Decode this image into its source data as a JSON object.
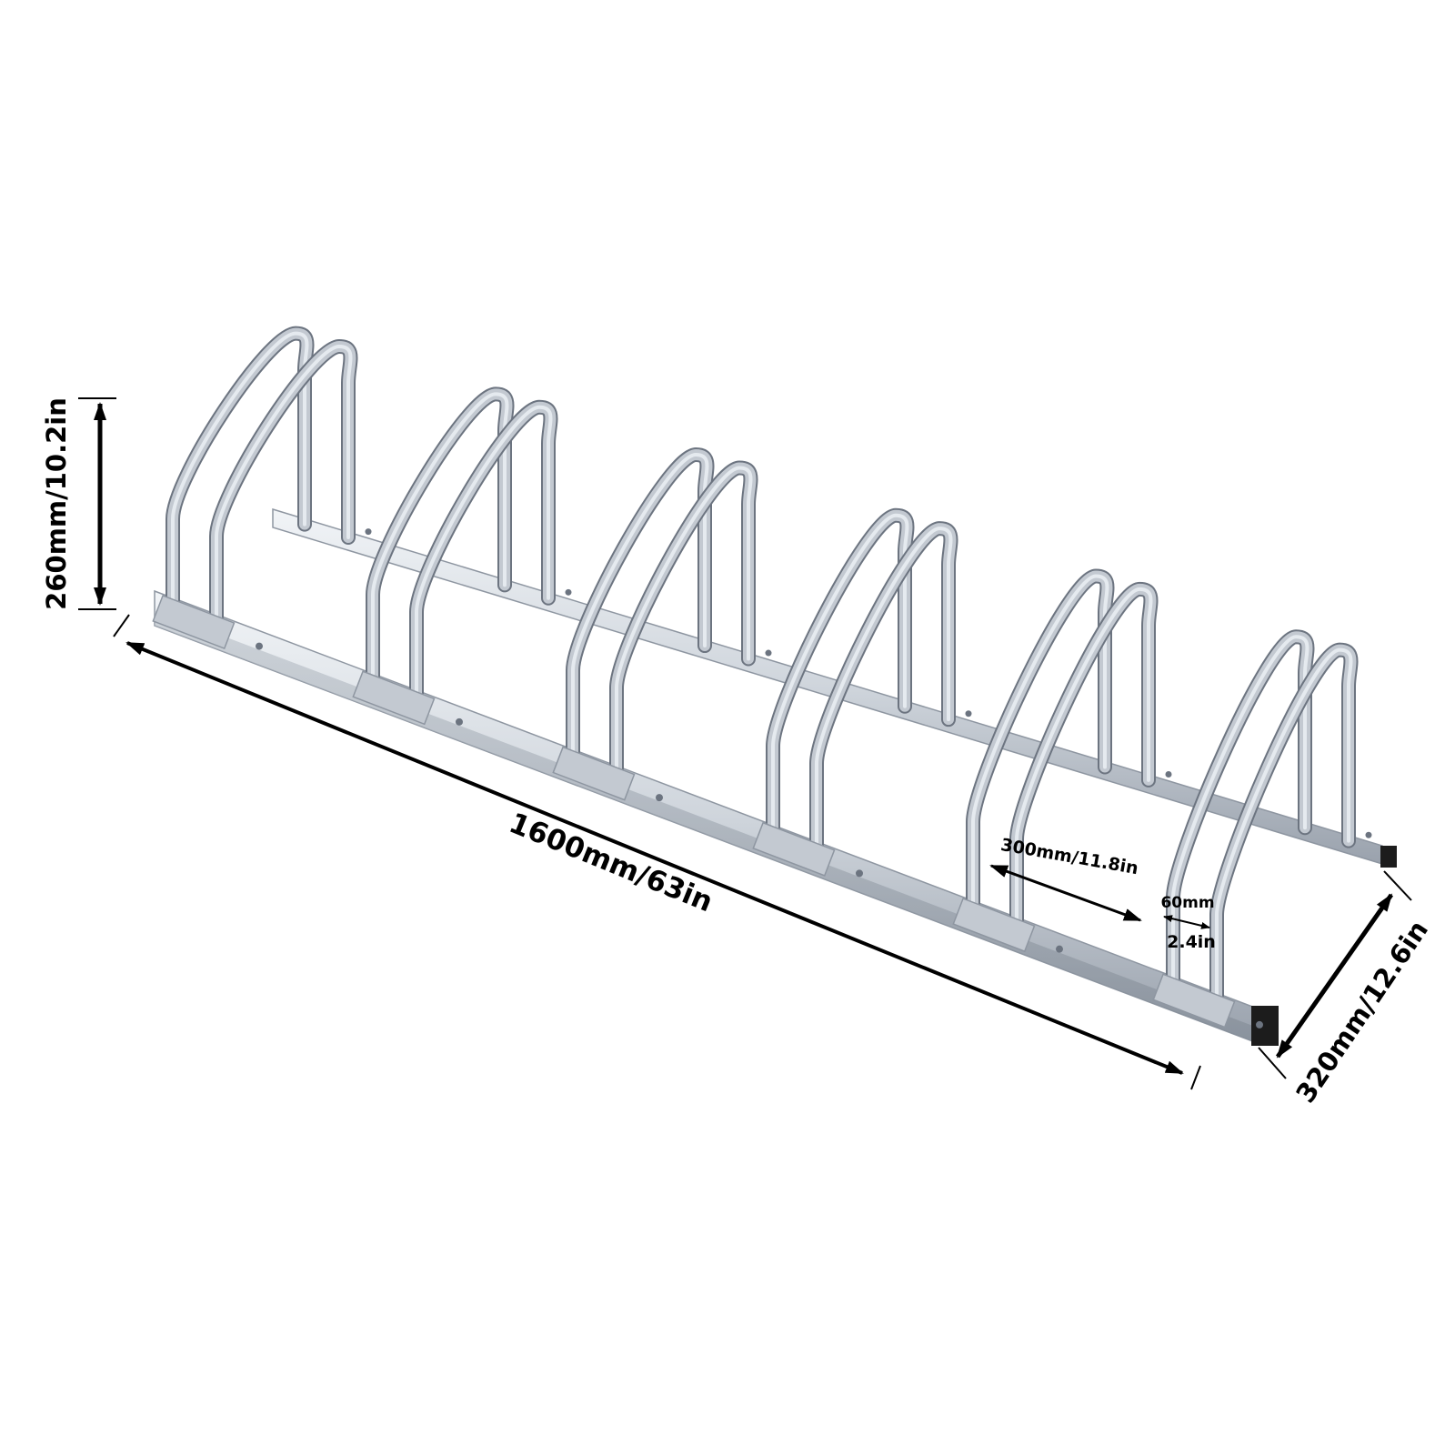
{
  "colors": {
    "steel_light": "#e9edf2",
    "steel_mid": "#c3c9d1",
    "steel_dark": "#8e96a1",
    "steel_shadow": "#6c7480",
    "arrow": "#000000",
    "end_cap": "#1c1c1c"
  },
  "dimensions": {
    "height": "260mm/10.2in",
    "length": "1600mm/63in",
    "width": "320mm/12.6in",
    "spacing": "300mm/11.8in",
    "tube_gap_mm": "60mm",
    "tube_gap_in": "2.4in"
  },
  "rack": {
    "slot_count": 6
  }
}
